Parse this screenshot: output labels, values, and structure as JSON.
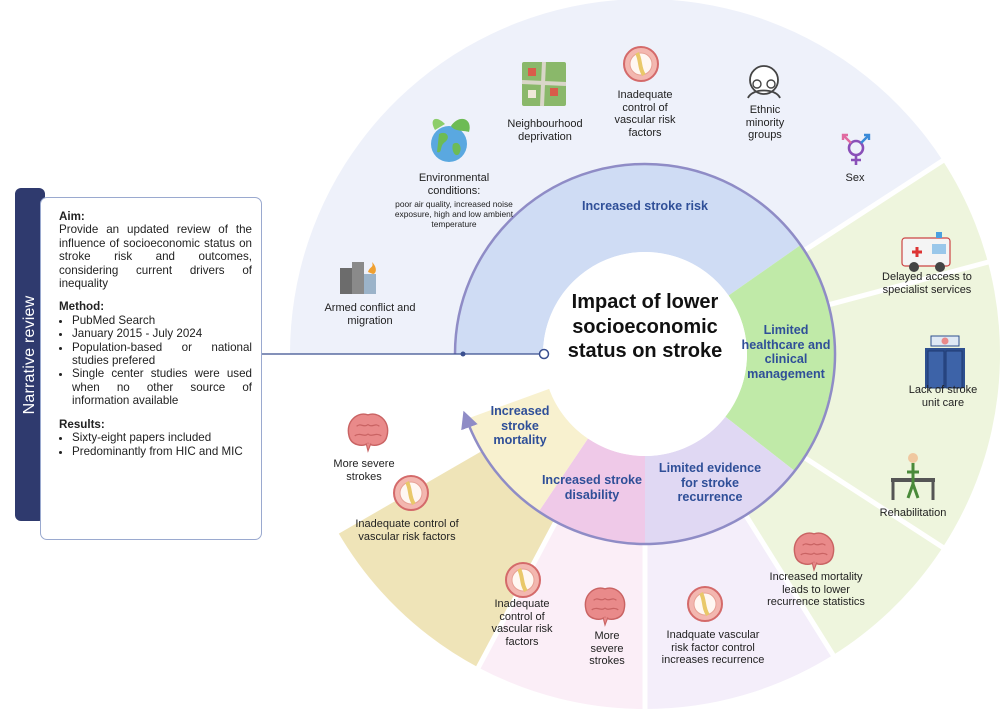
{
  "side_tab": "Narrative review",
  "panel": {
    "aim_heading": "Aim:",
    "aim_text": "Provide an updated review of the influence of socioeconomic status on stroke risk and outcomes, considering current drivers of inequality",
    "method_heading": "Method:",
    "method_items": [
      "PubMed Search",
      "January 2015 - July 2024",
      "Population-based or national studies prefered",
      "Single center studies were used when no other source of information available"
    ],
    "results_heading": "Results:",
    "results_items": [
      "Sixty-eight papers included",
      "Predominantly from HIC and MIC"
    ]
  },
  "center_title": "Impact of lower socioeconomic status on stroke",
  "inner_ring": {
    "risk": "Increased stroke risk",
    "healthcare": "Limited healthcare and clinical management",
    "recurrence": "Limited evidence for stroke recurrence",
    "disability": "Increased stroke disability",
    "mortality": "Increased stroke mortality"
  },
  "outer_labels": {
    "armed_conflict": "Armed conflict and migration",
    "environment_title": "Environmental conditions:",
    "environment_detail": "poor air quality, increased noise exposure, high and low ambient temperature",
    "neighbourhood": "Neighbourhood deprivation",
    "vascular_risk_top": "Inadequate control of vascular risk factors",
    "ethnic": "Ethnic minority groups",
    "sex": "Sex",
    "delayed_access": "Delayed access to specialist services",
    "stroke_unit": "Lack of stroke unit care",
    "rehabilitation": "Rehabilitation",
    "increased_mortality": "Increased mortality leads to lower recurrence statistics",
    "inadequate_recurrence": "Inadquate vascular risk factor control increases recurrence",
    "disability_vascular": "Inadequate control of vascular risk factors",
    "disability_severe": "More severe strokes",
    "mortality_severe": "More severe strokes",
    "mortality_vascular": "Inadequate control of vascular risk factors"
  },
  "colors": {
    "risk_outer": "#eef1fa",
    "risk_inner": "#cfdcf4",
    "healthcare_outer": "#eef5dd",
    "healthcare_inner": "#c0eaa8",
    "recurrence_outer": "#f4eefa",
    "recurrence_inner": "#e0d8f3",
    "disability_outer": "#fbeef7",
    "disability_inner": "#efc9e8",
    "mortality_outer": "#efe4b8",
    "mortality_inner": "#f8f1cf",
    "ring_text": "#2f4f98",
    "ring_border": "#8f8cc6",
    "tab": "#2f3a6e"
  }
}
